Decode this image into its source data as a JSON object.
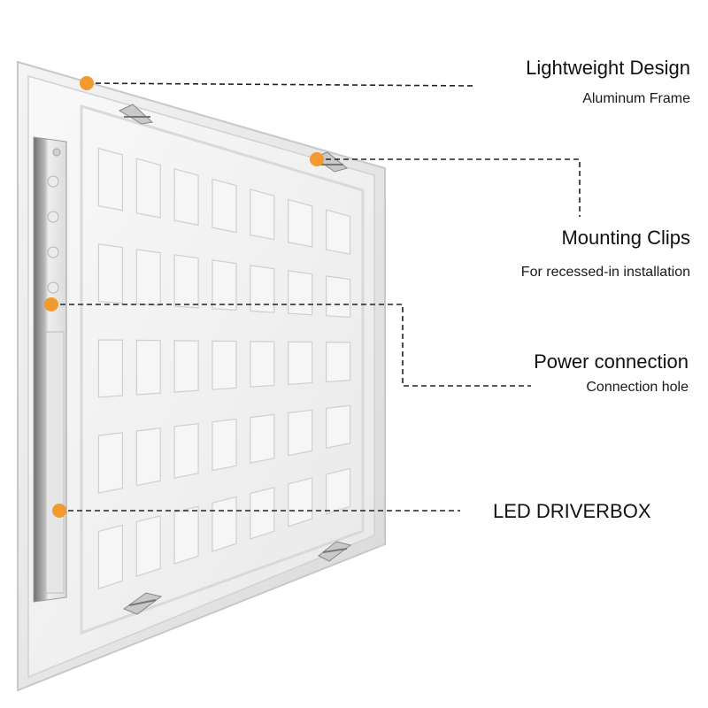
{
  "accent_color": "#f29a2e",
  "callouts": [
    {
      "id": "lightweight",
      "title": "Lightweight Design",
      "subtitle": "Aluminum Frame"
    },
    {
      "id": "mounting",
      "title": "Mounting Clips",
      "subtitle": "For recessed-in installation"
    },
    {
      "id": "power",
      "title": "Power connection",
      "subtitle": "Connection hole"
    },
    {
      "id": "driver",
      "title": "LED DRIVERBOX",
      "subtitle": ""
    }
  ]
}
